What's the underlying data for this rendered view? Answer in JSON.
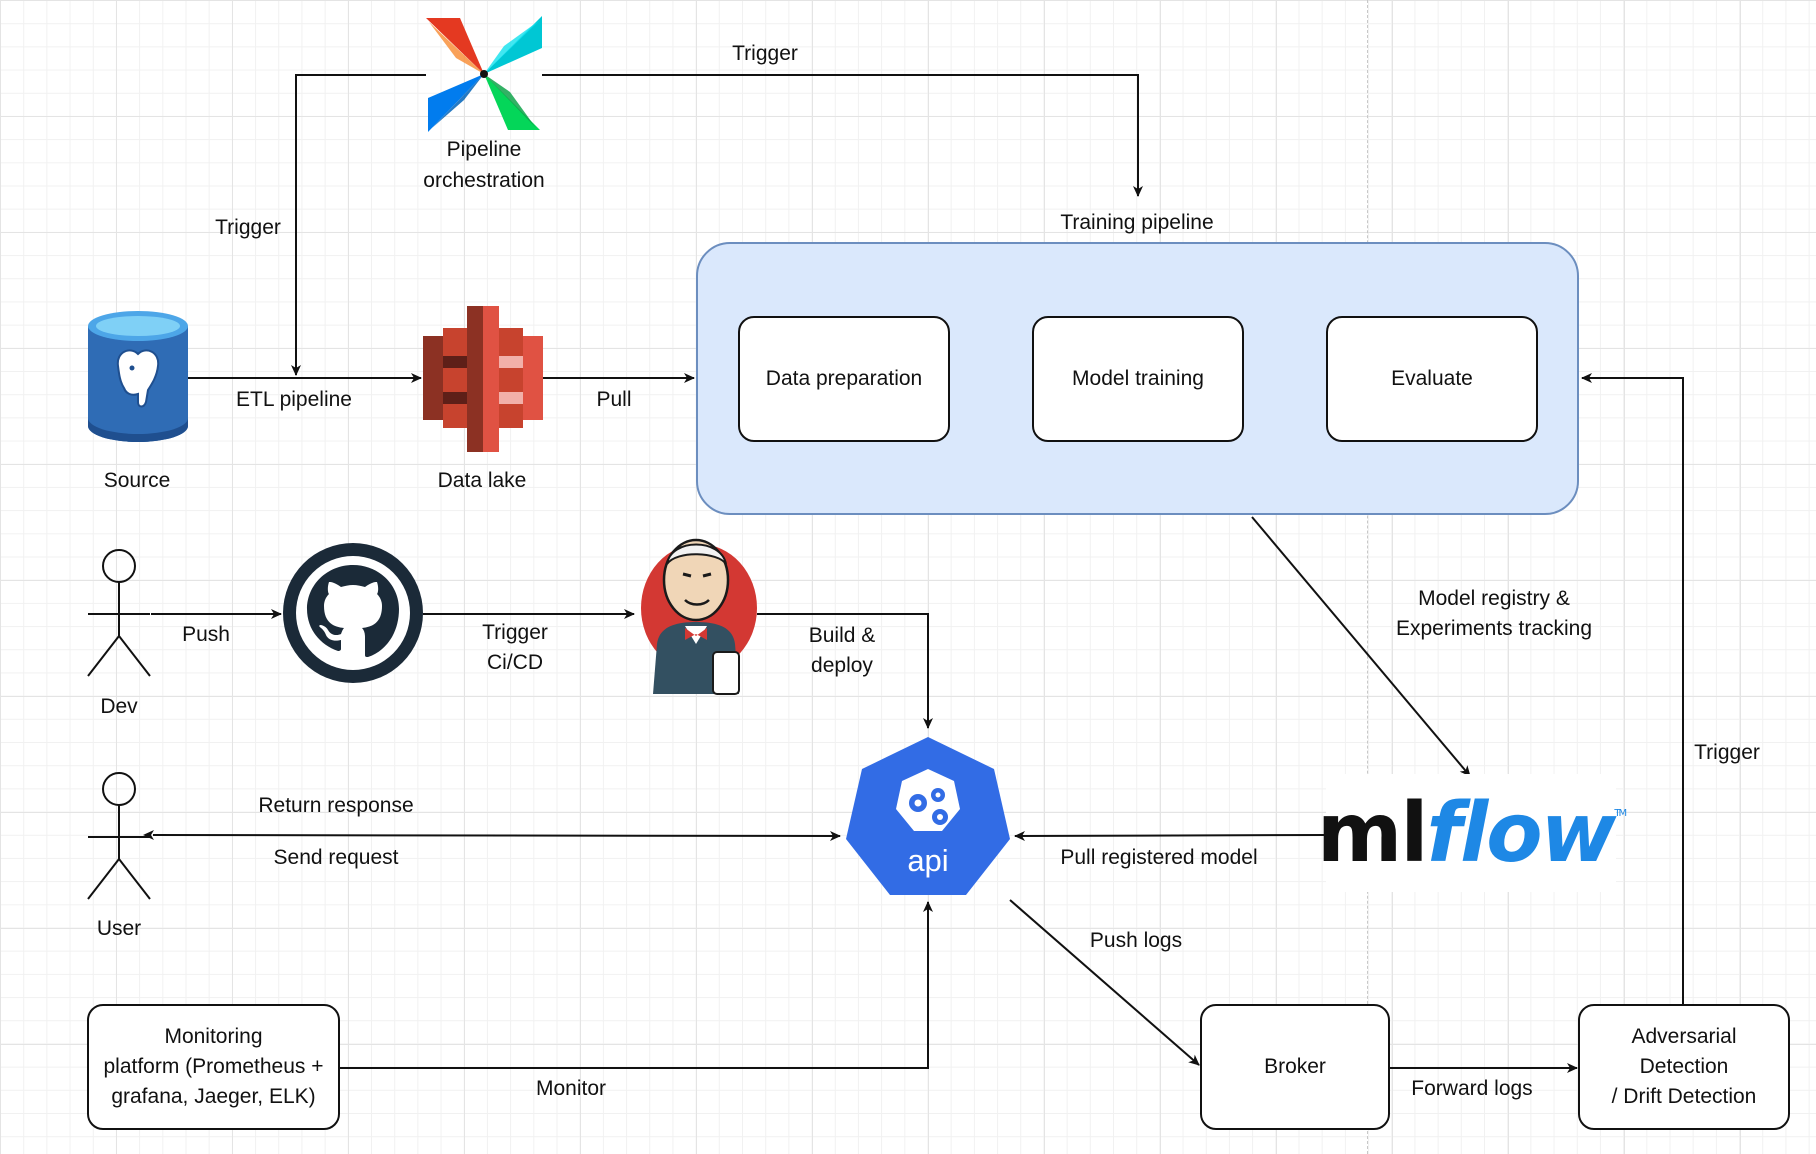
{
  "nodes": {
    "orchestration": "Pipeline\norchestration",
    "source": "Source",
    "data_lake": "Data lake",
    "training_pipeline": "Training pipeline",
    "data_preparation": "Data preparation",
    "model_training": "Model training",
    "evaluate": "Evaluate",
    "dev": "Dev",
    "user": "User",
    "monitoring": "Monitoring\nplatform (Prometheus +\ngrafana, Jaeger, ELK)",
    "api": "api",
    "mlflow_a": "ml",
    "mlflow_b": "flow",
    "mlflow_tm": "TM",
    "broker": "Broker",
    "detection": "Adversarial Detection\n/ Drift Detection"
  },
  "edges": {
    "trigger_training": "Trigger",
    "trigger_etl": "Trigger",
    "etl_pipeline": "ETL pipeline",
    "pull": "Pull",
    "push": "Push",
    "trigger_cicd": "Trigger\nCi/CD",
    "build_deploy": "Build &\ndeploy",
    "registry": "Model registry &\nExperiments tracking",
    "return_response": "Return response",
    "send_request": "Send request",
    "pull_registered": "Pull registered model",
    "push_logs": "Push logs",
    "monitor": "Monitor",
    "forward_logs": "Forward logs",
    "trigger_retrain": "Trigger"
  },
  "icons": {
    "airflow": "airflow-pinwheel-icon",
    "postgres": "postgresql-database-icon",
    "s3": "aws-s3-bucket-icon",
    "github": "github-octocat-icon",
    "jenkins": "jenkins-butler-icon",
    "kubernetes": "kubernetes-api-icon",
    "person": "stick-figure-icon"
  },
  "colors": {
    "group_fill": "#dae8fc",
    "group_border": "#6c8ebf",
    "kubernetes_blue": "#326ce5",
    "s3_red": "#c7432e",
    "postgres_blue": "#2f6cb5",
    "mlflow_blue": "#1e88e5"
  }
}
